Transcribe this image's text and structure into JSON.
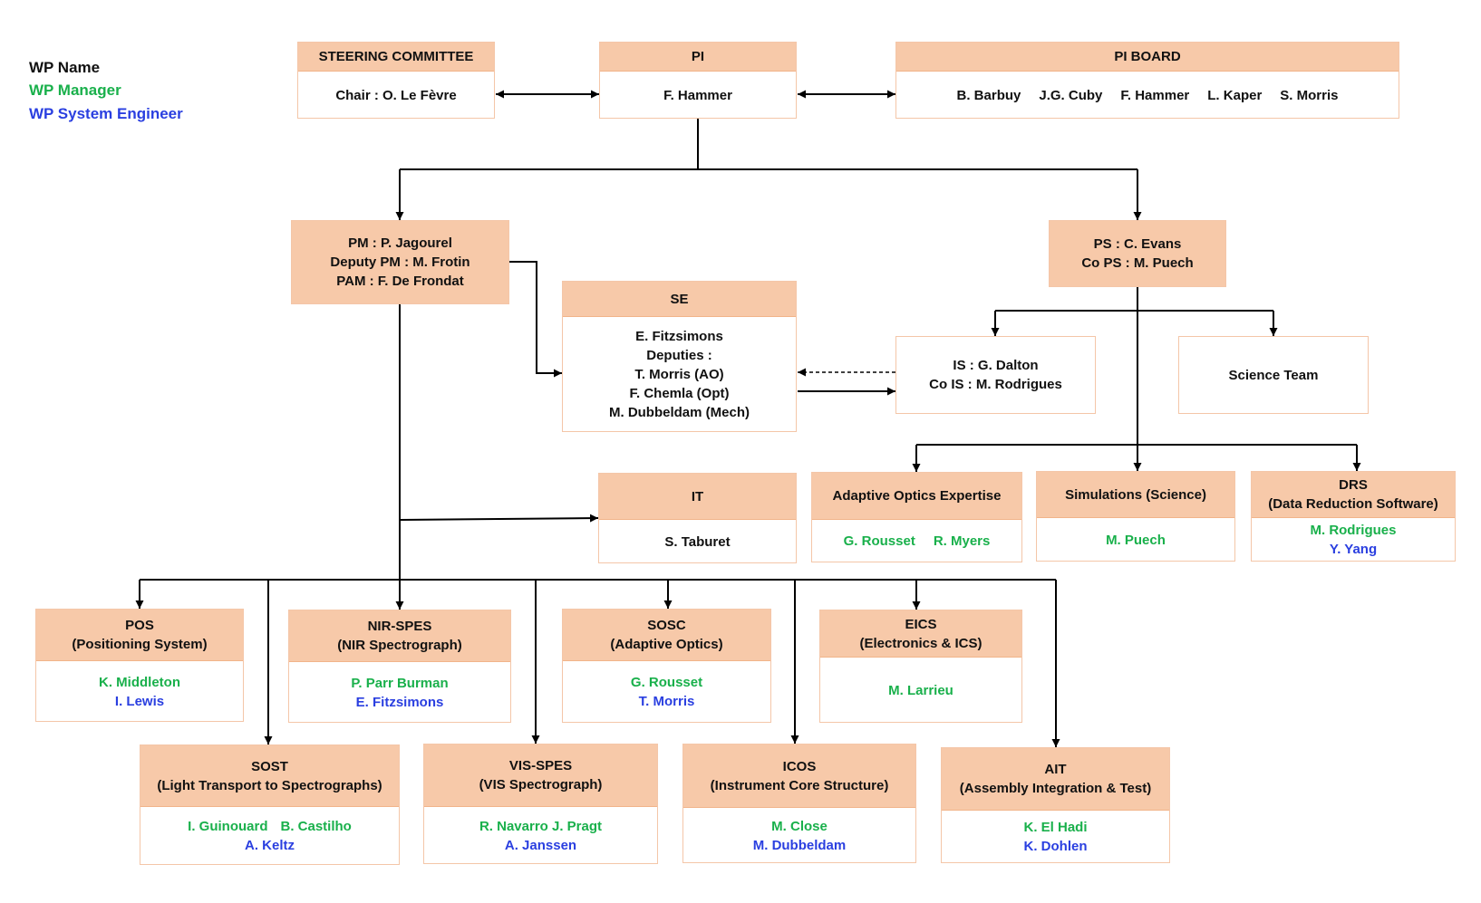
{
  "legend": {
    "wp_name": "WP Name",
    "wp_manager": "WP Manager",
    "wp_system_engineer": "WP System Engineer"
  },
  "colors": {
    "header_fill": "#f7c9a9",
    "manager_green": "#19b04b",
    "engineer_blue": "#2a3fe0"
  },
  "top": {
    "steering": {
      "title": "STEERING COMMITTEE",
      "body": "Chair : O. Le Fèvre"
    },
    "pi": {
      "title": "PI",
      "body": "F. Hammer"
    },
    "pi_board": {
      "title": "PI BOARD",
      "members": [
        "B. Barbuy",
        "J.G. Cuby",
        "F. Hammer",
        "L. Kaper",
        "S. Morris"
      ]
    }
  },
  "pm": {
    "lines": [
      "PM : P. Jagourel",
      "Deputy PM : M. Frotin",
      "PAM : F. De Frondat"
    ]
  },
  "ps": {
    "lines": [
      "PS : C. Evans",
      "Co PS : M. Puech"
    ]
  },
  "se": {
    "title": "SE",
    "lines": [
      "E. Fitzsimons",
      "Deputies :",
      "T. Morris (AO)",
      "F. Chemla (Opt)",
      "M. Dubbeldam (Mech)"
    ]
  },
  "is": {
    "lines": [
      "IS : G. Dalton",
      "Co IS : M. Rodrigues"
    ]
  },
  "science_team": {
    "label": "Science Team"
  },
  "it": {
    "title": "IT",
    "body": "S. Taburet"
  },
  "ao_expertise": {
    "title": "Adaptive Optics Expertise",
    "managers": [
      "G. Rousset",
      "R. Myers"
    ]
  },
  "simulations": {
    "title": "Simulations (Science)",
    "manager": "M. Puech"
  },
  "drs": {
    "title": [
      "DRS",
      "(Data Reduction Software)"
    ],
    "manager": "M. Rodrigues",
    "engineer": "Y.  Yang"
  },
  "pos": {
    "title": [
      "POS",
      "(Positioning System)"
    ],
    "manager": "K. Middleton",
    "engineer": "I. Lewis"
  },
  "nir_spes": {
    "title": [
      "NIR-SPES",
      "(NIR Spectrograph)"
    ],
    "manager": "P. Parr Burman",
    "engineer": "E. Fitzsimons"
  },
  "sosc": {
    "title": [
      "SOSC",
      "(Adaptive Optics)"
    ],
    "manager": "G. Rousset",
    "engineer": "T. Morris"
  },
  "eics": {
    "title": [
      "EICS",
      "(Electronics & ICS)"
    ],
    "manager": "M. Larrieu"
  },
  "sost": {
    "title": [
      "SOST",
      "(Light Transport to  Spectrographs)"
    ],
    "managers": [
      "I. Guinouard",
      "B. Castilho"
    ],
    "engineer": "A. Keltz"
  },
  "vis_spes": {
    "title": [
      "VIS-SPES",
      "(VIS Spectrograph)"
    ],
    "manager": "R. Navarro J. Pragt",
    "engineer": "A. Janssen"
  },
  "icos": {
    "title": [
      "ICOS",
      "(Instrument Core Structure)"
    ],
    "manager": "M. Close",
    "engineer": "M. Dubbeldam"
  },
  "ait": {
    "title": [
      "AIT",
      "(Assembly Integration & Test)"
    ],
    "manager": "K. El Hadi",
    "engineer": "K. Dohlen"
  }
}
